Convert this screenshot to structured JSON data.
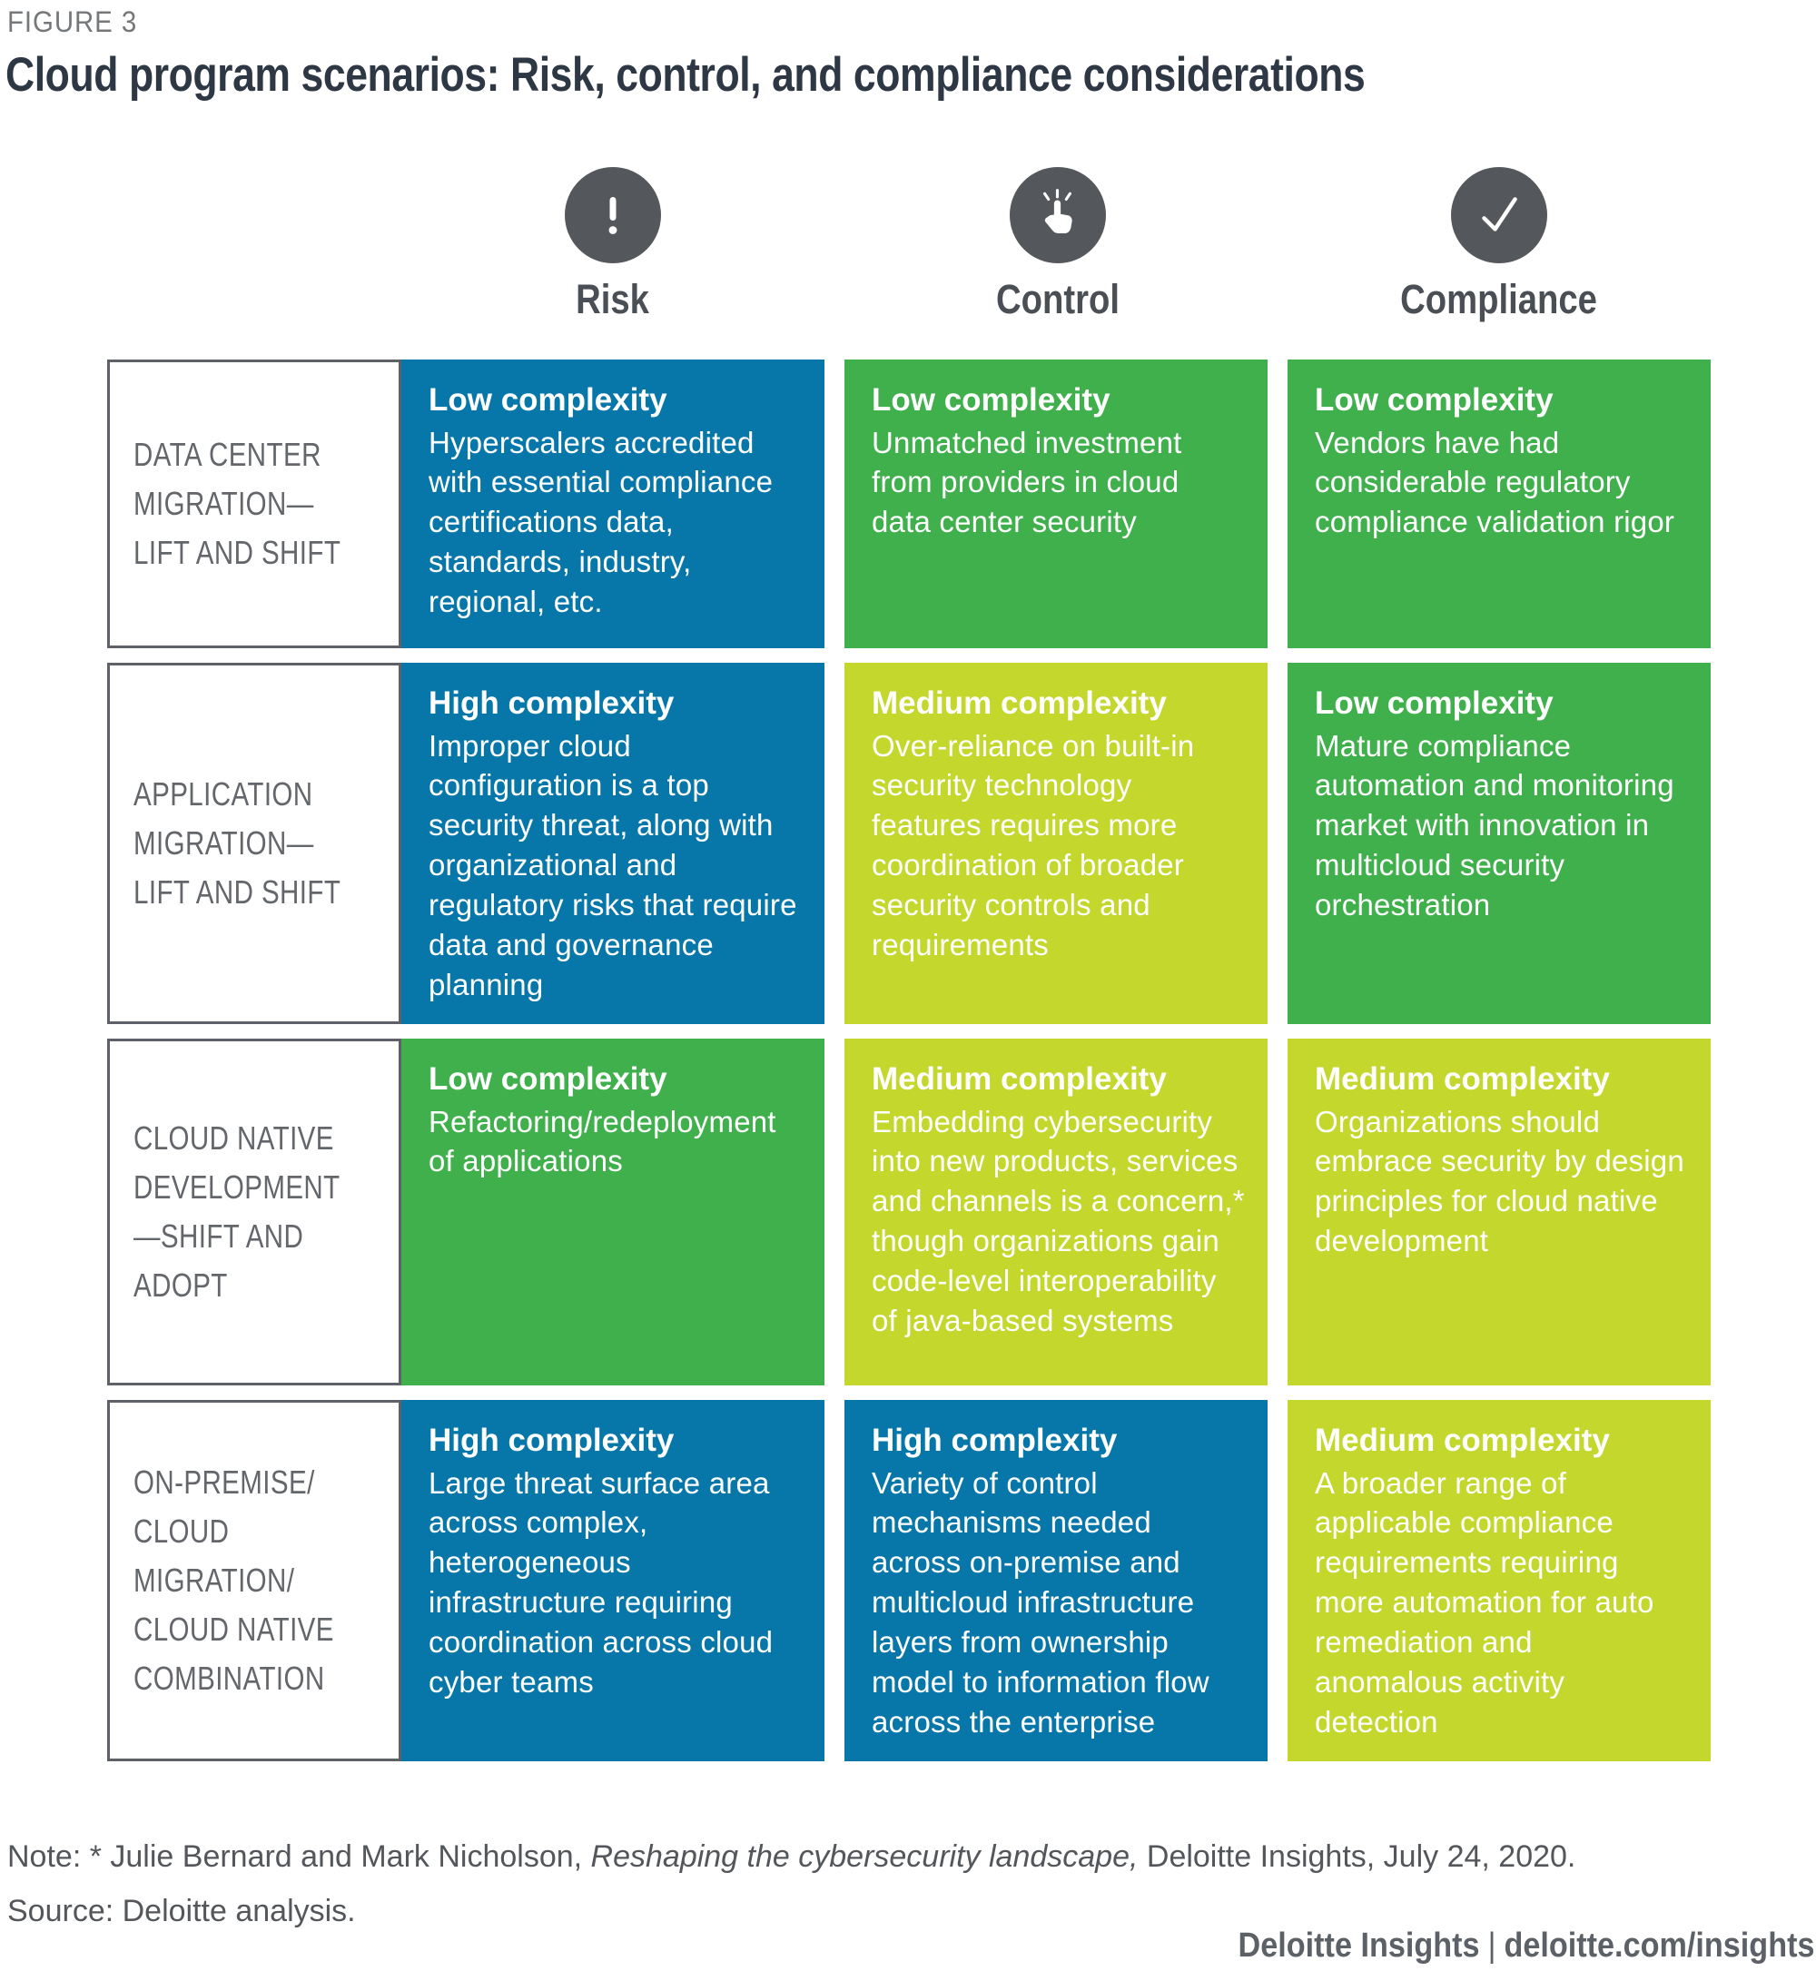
{
  "figure": {
    "label": "FIGURE 3",
    "title": "Cloud program scenarios: Risk, control, and compliance considerations"
  },
  "columns": [
    {
      "label": "Risk",
      "icon": "exclamation-icon"
    },
    {
      "label": "Control",
      "icon": "tap-hand-icon"
    },
    {
      "label": "Compliance",
      "icon": "checkmark-icon"
    }
  ],
  "rows": [
    {
      "scenario": "DATA CENTER MIGRATION—LIFT AND SHIFT",
      "cells": [
        {
          "column": "Risk",
          "level": "Low complexity",
          "text": "Hyperscalers accredited with essential compliance certifications data, standards, industry, regional, etc.",
          "color": "blue"
        },
        {
          "column": "Control",
          "level": "Low complexity",
          "text": "Unmatched investment from providers in cloud data center security",
          "color": "green"
        },
        {
          "column": "Compliance",
          "level": "Low complexity",
          "text": "Vendors have had considerable regulatory compliance validation rigor",
          "color": "green"
        }
      ]
    },
    {
      "scenario": "APPLICATION MIGRATION—LIFT AND SHIFT",
      "cells": [
        {
          "column": "Risk",
          "level": "High complexity",
          "text": "Improper cloud configuration is a top security threat, along with organizational and regulatory risks that require data and governance planning",
          "color": "blue"
        },
        {
          "column": "Control",
          "level": "Medium complexity",
          "text": "Over-reliance on built-in security technology features requires more coordination of broader security controls and requirements",
          "color": "lime"
        },
        {
          "column": "Compliance",
          "level": "Low complexity",
          "text": "Mature compliance automation and monitoring market with innovation in multicloud security orchestration",
          "color": "green"
        }
      ]
    },
    {
      "scenario": "CLOUD NATIVE DEVELOPMENT—SHIFT AND ADOPT",
      "cells": [
        {
          "column": "Risk",
          "level": "Low complexity",
          "text": "Refactoring/redeployment of applications",
          "color": "green"
        },
        {
          "column": "Control",
          "level": "Medium complexity",
          "text": "Embedding cybersecurity into new products, services and channels is a concern,* though organizations gain code-level interoperability of java-based systems",
          "color": "lime"
        },
        {
          "column": "Compliance",
          "level": "Medium complexity",
          "text": "Organizations should embrace security by design principles for cloud native development",
          "color": "lime"
        }
      ]
    },
    {
      "scenario": "ON-PREMISE/ CLOUD MIGRATION/ CLOUD NATIVE COMBINATION",
      "cells": [
        {
          "column": "Risk",
          "level": "High complexity",
          "text": "Large threat surface area across complex, heterogeneous infrastructure requiring coordination across cloud cyber teams",
          "color": "blue"
        },
        {
          "column": "Control",
          "level": "High complexity",
          "text": "Variety of control mechanisms needed across on-premise and multicloud infrastructure layers from ownership model to information flow across the enterprise",
          "color": "blue"
        },
        {
          "column": "Compliance",
          "level": "Medium complexity",
          "text": "A broader range of applicable compliance requirements requiring more automation for auto remediation and anomalous activity detection",
          "color": "lime"
        }
      ]
    }
  ],
  "colors": {
    "blue": "#0777A9",
    "green": "#3FB04B",
    "lime": "#C3D72D",
    "icon_circle": "#54575C"
  },
  "footer": {
    "note_prefix": "Note: * Julie Bernard and Mark Nicholson, ",
    "note_italic": "Reshaping the cybersecurity landscape,",
    "note_suffix": " Deloitte Insights, July 24, 2020.",
    "source": "Source: Deloitte analysis.",
    "brand": "Deloitte Insights",
    "brand_divider": "|",
    "brand_url": "deloitte.com/insights"
  }
}
